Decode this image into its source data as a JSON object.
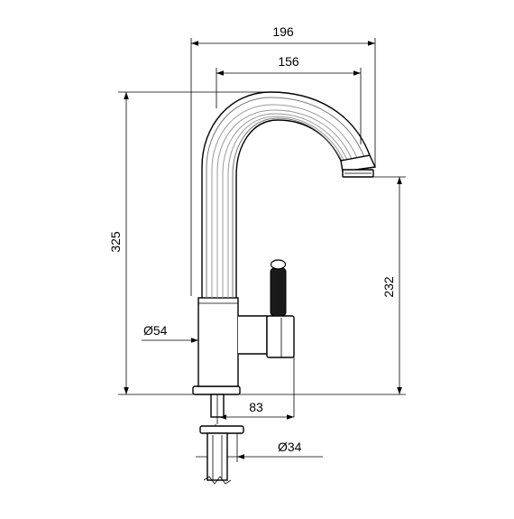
{
  "dimensions": {
    "overall_reach": "196",
    "spout_reach": "156",
    "total_height": "325",
    "spout_height": "232",
    "body_diameter": "Ø54",
    "handle_offset": "83",
    "shank_diameter": "Ø34"
  }
}
